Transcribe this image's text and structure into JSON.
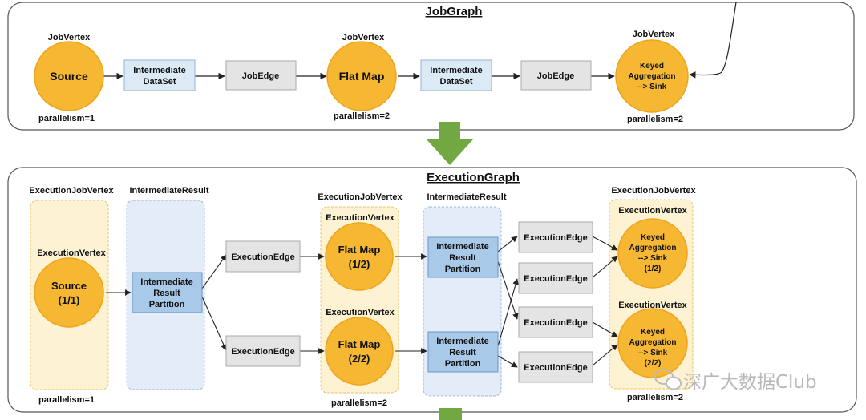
{
  "job_graph": {
    "title": "JobGraph",
    "vertex_caption": "JobVertex",
    "source": {
      "label": "Source",
      "parallelism": "parallelism=1"
    },
    "dataset_1": {
      "line1": "Intermediate",
      "line2": "DataSet"
    },
    "edge_1": "JobEdge",
    "flatmap": {
      "label": "Flat Map",
      "parallelism": "parallelism=2"
    },
    "dataset_2": {
      "line1": "Intermediate",
      "line2": "DataSet"
    },
    "edge_2": "JobEdge",
    "sink": {
      "line1": "Keyed",
      "line2": "Aggregation",
      "line3": "--> Sink",
      "parallelism": "parallelism=2"
    }
  },
  "execution_graph": {
    "title": "ExecutionGraph",
    "ejv_caption": "ExecutionJobVertex",
    "ir_caption": "IntermediateResult",
    "ev_caption": "ExecutionVertex",
    "edge_label": "ExecutionEdge",
    "source": {
      "line1": "Source",
      "line2": "(1/1)",
      "parallelism": "parallelism=1"
    },
    "irp": {
      "line1": "Intermediate",
      "line2": "Result",
      "line3": "Partition"
    },
    "flatmap_1": {
      "line1": "Flat Map",
      "line2": "(1/2)"
    },
    "flatmap_2": {
      "line1": "Flat Map",
      "line2": "(2/2)"
    },
    "flatmap_parallelism": "parallelism=2",
    "sink_1": {
      "line1": "Keyed",
      "line2": "Aggregation",
      "line3": "--> Sink",
      "line4": "(1/2)"
    },
    "sink_2": {
      "line1": "Keyed",
      "line2": "Aggregation",
      "line3": "--> Sink",
      "line4": "(2/2)"
    },
    "sink_parallelism": "parallelism=2"
  },
  "watermark": "深广大数据Club",
  "colors": {
    "vertex": "#f6b733",
    "vertex_stroke": "#f0a31b",
    "dataset": "#dceaf6",
    "partition": "#a9c9e8",
    "edge_box": "#e4e4e4",
    "yellow_region": "#fdf2d2",
    "blue_region": "#e4edf7",
    "arrow_green": "#72a841"
  }
}
